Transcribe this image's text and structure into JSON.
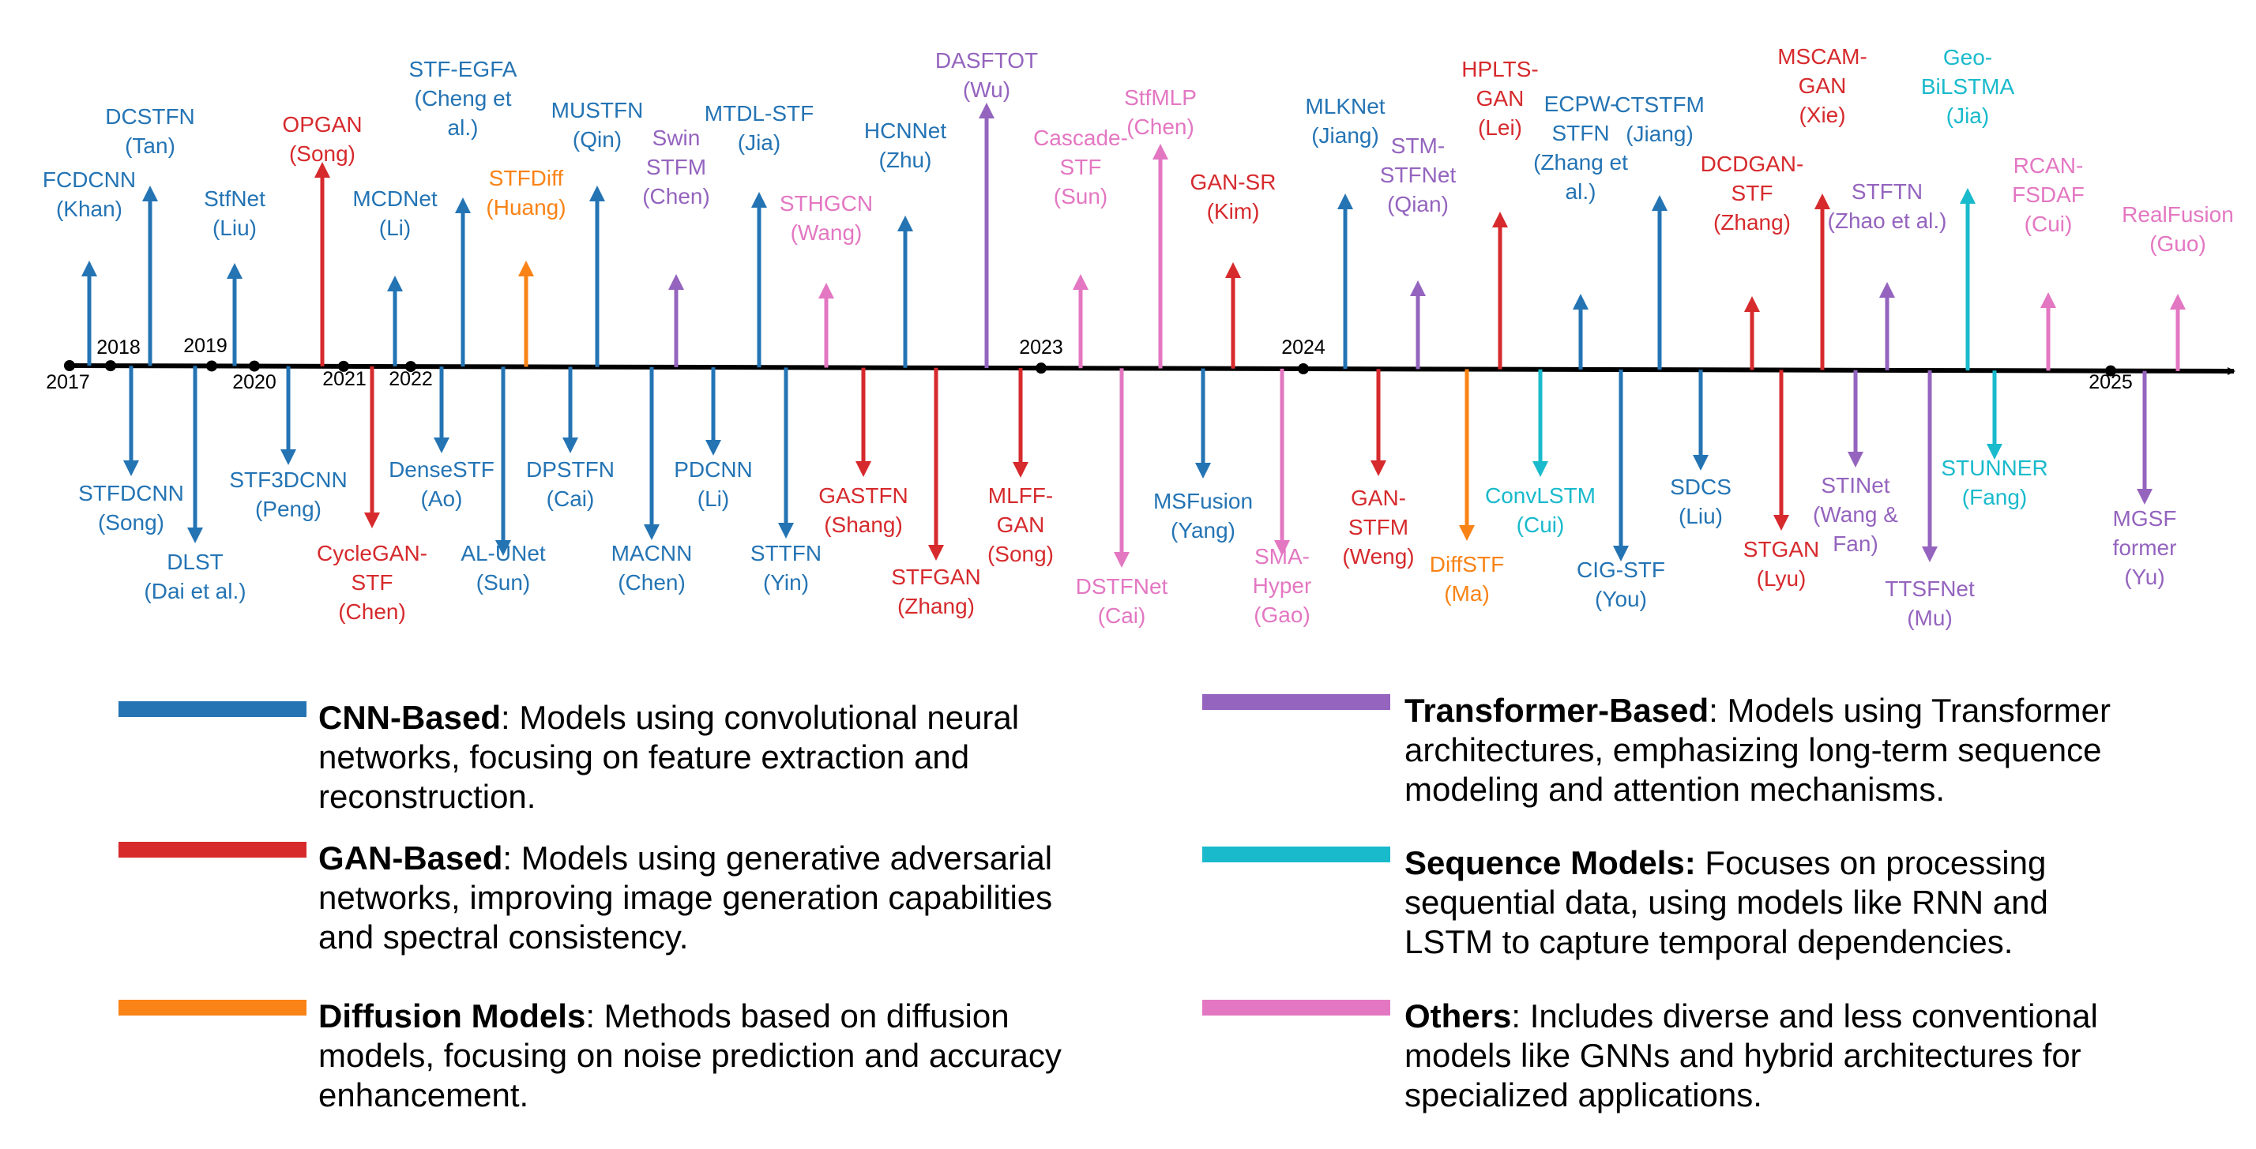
{
  "colors": {
    "cnn": "#2474b4",
    "gan": "#d62a2d",
    "diffusion": "#f98316",
    "transformer": "#9464be",
    "sequence": "#19bacc",
    "others": "#e377c2",
    "axis": "#000000"
  },
  "timeline": {
    "years": [
      {
        "label": "2017"
      },
      {
        "label": "2018"
      },
      {
        "label": "2019"
      },
      {
        "label": "2020"
      },
      {
        "label": "2021"
      },
      {
        "label": "2022"
      },
      {
        "label": "2023"
      },
      {
        "label": "2024"
      },
      {
        "label": "2025"
      }
    ],
    "models": [
      {
        "lines": [
          "FCDCNN",
          "(Khan)"
        ],
        "cat": "cnn"
      },
      {
        "lines": [
          "DCSTFN",
          "(Tan)"
        ],
        "cat": "cnn"
      },
      {
        "lines": [
          "StfNet",
          "(Liu)"
        ],
        "cat": "cnn"
      },
      {
        "lines": [
          "OPGAN",
          "(Song)"
        ],
        "cat": "gan"
      },
      {
        "lines": [
          "MCDNet",
          "(Li)"
        ],
        "cat": "cnn"
      },
      {
        "lines": [
          "STF-EGFA",
          "(Cheng et",
          "al.)"
        ],
        "cat": "cnn"
      },
      {
        "lines": [
          "STFDiff",
          "(Huang)"
        ],
        "cat": "diffusion"
      },
      {
        "lines": [
          "MUSTFN",
          "(Qin)"
        ],
        "cat": "cnn"
      },
      {
        "lines": [
          "Swin",
          "STFM",
          "(Chen)"
        ],
        "cat": "transformer"
      },
      {
        "lines": [
          "MTDL-STF",
          "(Jia)"
        ],
        "cat": "cnn"
      },
      {
        "lines": [
          "STHGCN",
          "(Wang)"
        ],
        "cat": "others"
      },
      {
        "lines": [
          "HCNNet",
          "(Zhu)"
        ],
        "cat": "cnn"
      },
      {
        "lines": [
          "DASFTOT",
          "(Wu)"
        ],
        "cat": "transformer"
      },
      {
        "lines": [
          "Cascade-",
          "STF",
          "(Sun)"
        ],
        "cat": "others"
      },
      {
        "lines": [
          "StfMLP",
          "(Chen)"
        ],
        "cat": "others"
      },
      {
        "lines": [
          "GAN-SR",
          "(Kim)"
        ],
        "cat": "gan"
      },
      {
        "lines": [
          "MLKNet",
          "(Jiang)"
        ],
        "cat": "cnn"
      },
      {
        "lines": [
          "STM-",
          "STFNet",
          "(Qian)"
        ],
        "cat": "transformer"
      },
      {
        "lines": [
          "HPLTS-",
          "GAN",
          "(Lei)"
        ],
        "cat": "gan"
      },
      {
        "lines": [
          "ECPW-",
          "STFN",
          "(Zhang et",
          "al.)"
        ],
        "cat": "cnn"
      },
      {
        "lines": [
          "CTSTFM",
          "(Jiang)"
        ],
        "cat": "cnn"
      },
      {
        "lines": [
          "DCDGAN-",
          "STF",
          "(Zhang)"
        ],
        "cat": "gan"
      },
      {
        "lines": [
          "MSCAM-",
          "GAN",
          "(Xie)"
        ],
        "cat": "gan"
      },
      {
        "lines": [
          "STFTN",
          "(Zhao et al.)"
        ],
        "cat": "transformer"
      },
      {
        "lines": [
          "Geo-",
          "BiLSTMA",
          "(Jia)"
        ],
        "cat": "sequence"
      },
      {
        "lines": [
          "RCAN-",
          "FSDAF",
          "(Cui)"
        ],
        "cat": "others"
      },
      {
        "lines": [
          "RealFusion",
          "(Guo)"
        ],
        "cat": "others"
      },
      {
        "lines": [
          "STFDCNN",
          "(Song)"
        ],
        "cat": "cnn"
      },
      {
        "lines": [
          "DLST",
          "(Dai et al.)"
        ],
        "cat": "cnn"
      },
      {
        "lines": [
          "STF3DCNN",
          "(Peng)"
        ],
        "cat": "cnn"
      },
      {
        "lines": [
          "CycleGAN-",
          "STF",
          "(Chen)"
        ],
        "cat": "gan"
      },
      {
        "lines": [
          "DenseSTF",
          "(Ao)"
        ],
        "cat": "cnn"
      },
      {
        "lines": [
          "AL-UNet",
          "(Sun)"
        ],
        "cat": "cnn"
      },
      {
        "lines": [
          "DPSTFN",
          "(Cai)"
        ],
        "cat": "cnn"
      },
      {
        "lines": [
          "MACNN",
          "(Chen)"
        ],
        "cat": "cnn"
      },
      {
        "lines": [
          "PDCNN",
          "(Li)"
        ],
        "cat": "cnn"
      },
      {
        "lines": [
          "STTFN",
          "(Yin)"
        ],
        "cat": "cnn"
      },
      {
        "lines": [
          "GASTFN",
          "(Shang)"
        ],
        "cat": "gan"
      },
      {
        "lines": [
          "STFGAN",
          "(Zhang)"
        ],
        "cat": "gan"
      },
      {
        "lines": [
          "MLFF-",
          "GAN",
          "(Song)"
        ],
        "cat": "gan"
      },
      {
        "lines": [
          "DSTFNet",
          "(Cai)"
        ],
        "cat": "others"
      },
      {
        "lines": [
          "MSFusion",
          "(Yang)"
        ],
        "cat": "cnn"
      },
      {
        "lines": [
          "SMA-",
          "Hyper",
          "(Gao)"
        ],
        "cat": "others"
      },
      {
        "lines": [
          "GAN-",
          "STFM",
          "(Weng)"
        ],
        "cat": "gan"
      },
      {
        "lines": [
          "DiffSTF",
          "(Ma)"
        ],
        "cat": "diffusion"
      },
      {
        "lines": [
          "ConvLSTM",
          "(Cui)"
        ],
        "cat": "sequence"
      },
      {
        "lines": [
          "CIG-STF",
          "(You)"
        ],
        "cat": "cnn"
      },
      {
        "lines": [
          "SDCS",
          "(Liu)"
        ],
        "cat": "cnn"
      },
      {
        "lines": [
          "STGAN",
          "(Lyu)"
        ],
        "cat": "gan"
      },
      {
        "lines": [
          "STINet",
          "(Wang &",
          "Fan)"
        ],
        "cat": "transformer"
      },
      {
        "lines": [
          "TTSFNet",
          "(Mu)"
        ],
        "cat": "transformer"
      },
      {
        "lines": [
          "STUNNER",
          "(Fang)"
        ],
        "cat": "sequence"
      },
      {
        "lines": [
          "MGSF",
          "former",
          "(Yu)"
        ],
        "cat": "transformer"
      }
    ]
  },
  "legend": [
    {
      "cat": "cnn",
      "title": "CNN-Based",
      "lines": [
        ": Models using convolutional neural",
        "networks, focusing on feature extraction and",
        "reconstruction."
      ]
    },
    {
      "cat": "gan",
      "title": "GAN-Based",
      "lines": [
        ": Models using generative adversarial",
        "networks, improving image generation capabilities",
        "and spectral consistency."
      ]
    },
    {
      "cat": "diffusion",
      "title": "Diffusion Models",
      "lines": [
        ": Methods based on diffusion",
        "models, focusing on noise prediction and accuracy",
        "enhancement."
      ]
    },
    {
      "cat": "transformer",
      "title": "Transformer-Based",
      "lines": [
        ": Models using Transformer",
        "architectures, emphasizing long-term sequence",
        "modeling and attention mechanisms."
      ]
    },
    {
      "cat": "sequence",
      "title": "Sequence Models:",
      "lines": [
        " Focuses on processing",
        "sequential data, using models like RNN and",
        "LSTM to capture temporal dependencies."
      ]
    },
    {
      "cat": "others",
      "title": "Others",
      "lines": [
        ": Includes diverse and less conventional",
        "models like GNNs and hybrid architectures for",
        "specialized applications."
      ]
    }
  ]
}
